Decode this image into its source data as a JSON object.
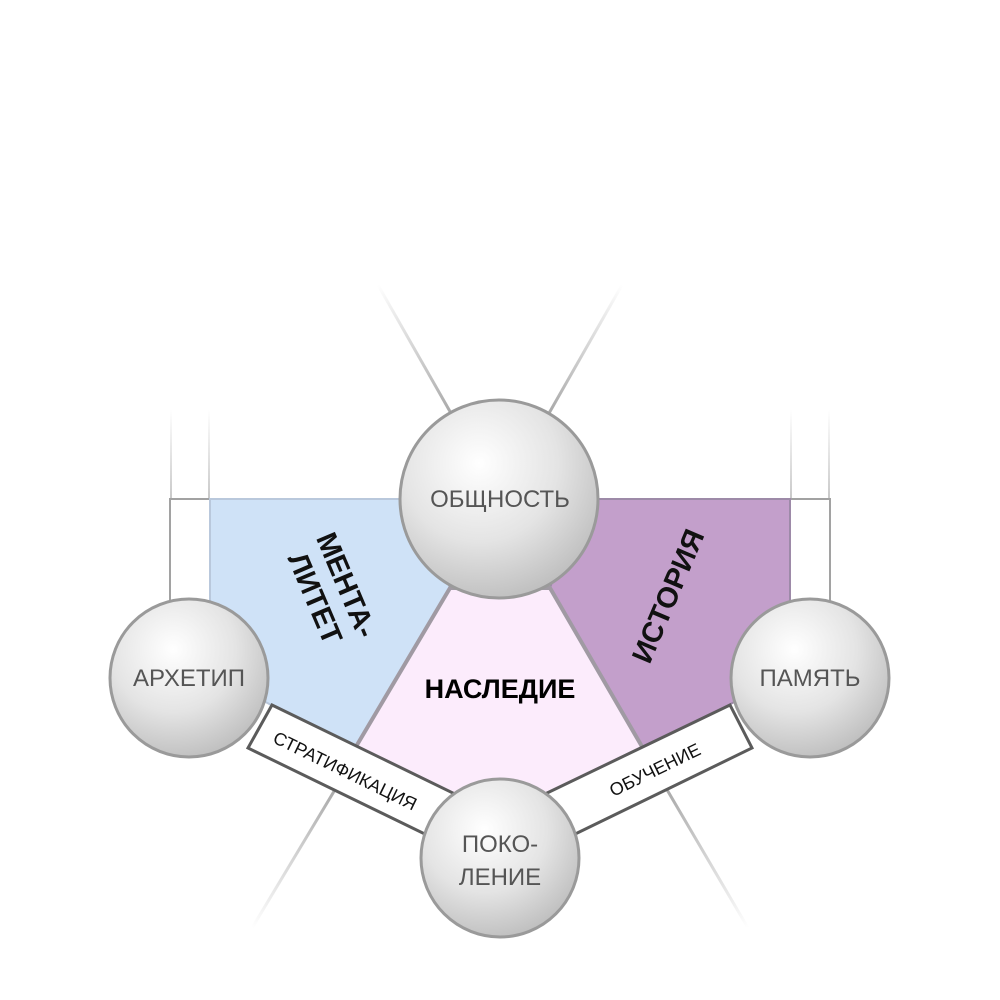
{
  "nodes": {
    "obshchnost": "ОБЩНОСТЬ",
    "arkhetip": "АРХЕТИП",
    "pamyat": "ПАМЯТЬ",
    "pokolenie_line1": "ПОКО-",
    "pokolenie_line2": "ЛЕНИЕ"
  },
  "regions": {
    "mentalitet_line1": "МЕНТА-",
    "mentalitet_line2": "ЛИТЕТ",
    "istoriya": "ИСТОРИЯ",
    "nasledie": "НАСЛЕДИЕ"
  },
  "edges": {
    "stratifikatsiya": "СТРАТИФИКАЦИЯ",
    "obuchenie": "ОБУЧЕНИЕ"
  },
  "colors": {
    "mentalitet_fill": "#cfe2f7",
    "istoriya_fill": "#c39fcb",
    "nasledie_fill": "#fcecfc",
    "node_fill_light": "#ffffff",
    "node_fill_dark": "#c4c4c4",
    "node_stroke": "#9a9a9a"
  }
}
